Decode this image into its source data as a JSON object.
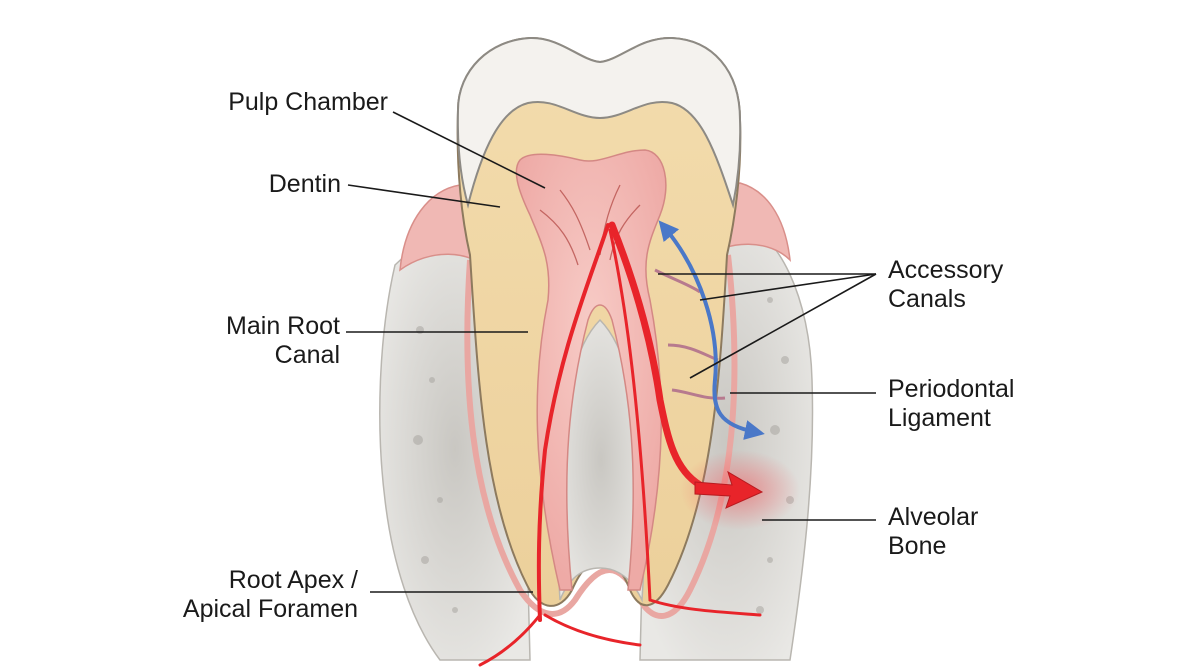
{
  "diagram": {
    "labels": {
      "pulp_chamber": [
        "Pulp Chamber"
      ],
      "dentin": [
        "Dentin"
      ],
      "main_root_canal": [
        "Main Root",
        "Canal"
      ],
      "root_apex": [
        "Root Apex /",
        "Apical Foramen"
      ],
      "accessory_canals": [
        "Accessory",
        "Canals"
      ],
      "periodontal_ligament": [
        "Periodontal",
        "Ligament"
      ],
      "alveolar_bone": [
        "Alveolar",
        "Bone"
      ]
    },
    "colors": {
      "enamel": "#f4f2ee",
      "dentin": "#efd39e",
      "pulp": "#f2b9b5",
      "gum": "#f0b8b4",
      "bone": "#d2d0cc",
      "blood_red": "#e8242a",
      "blue_arrow": "#4a78c8"
    }
  }
}
